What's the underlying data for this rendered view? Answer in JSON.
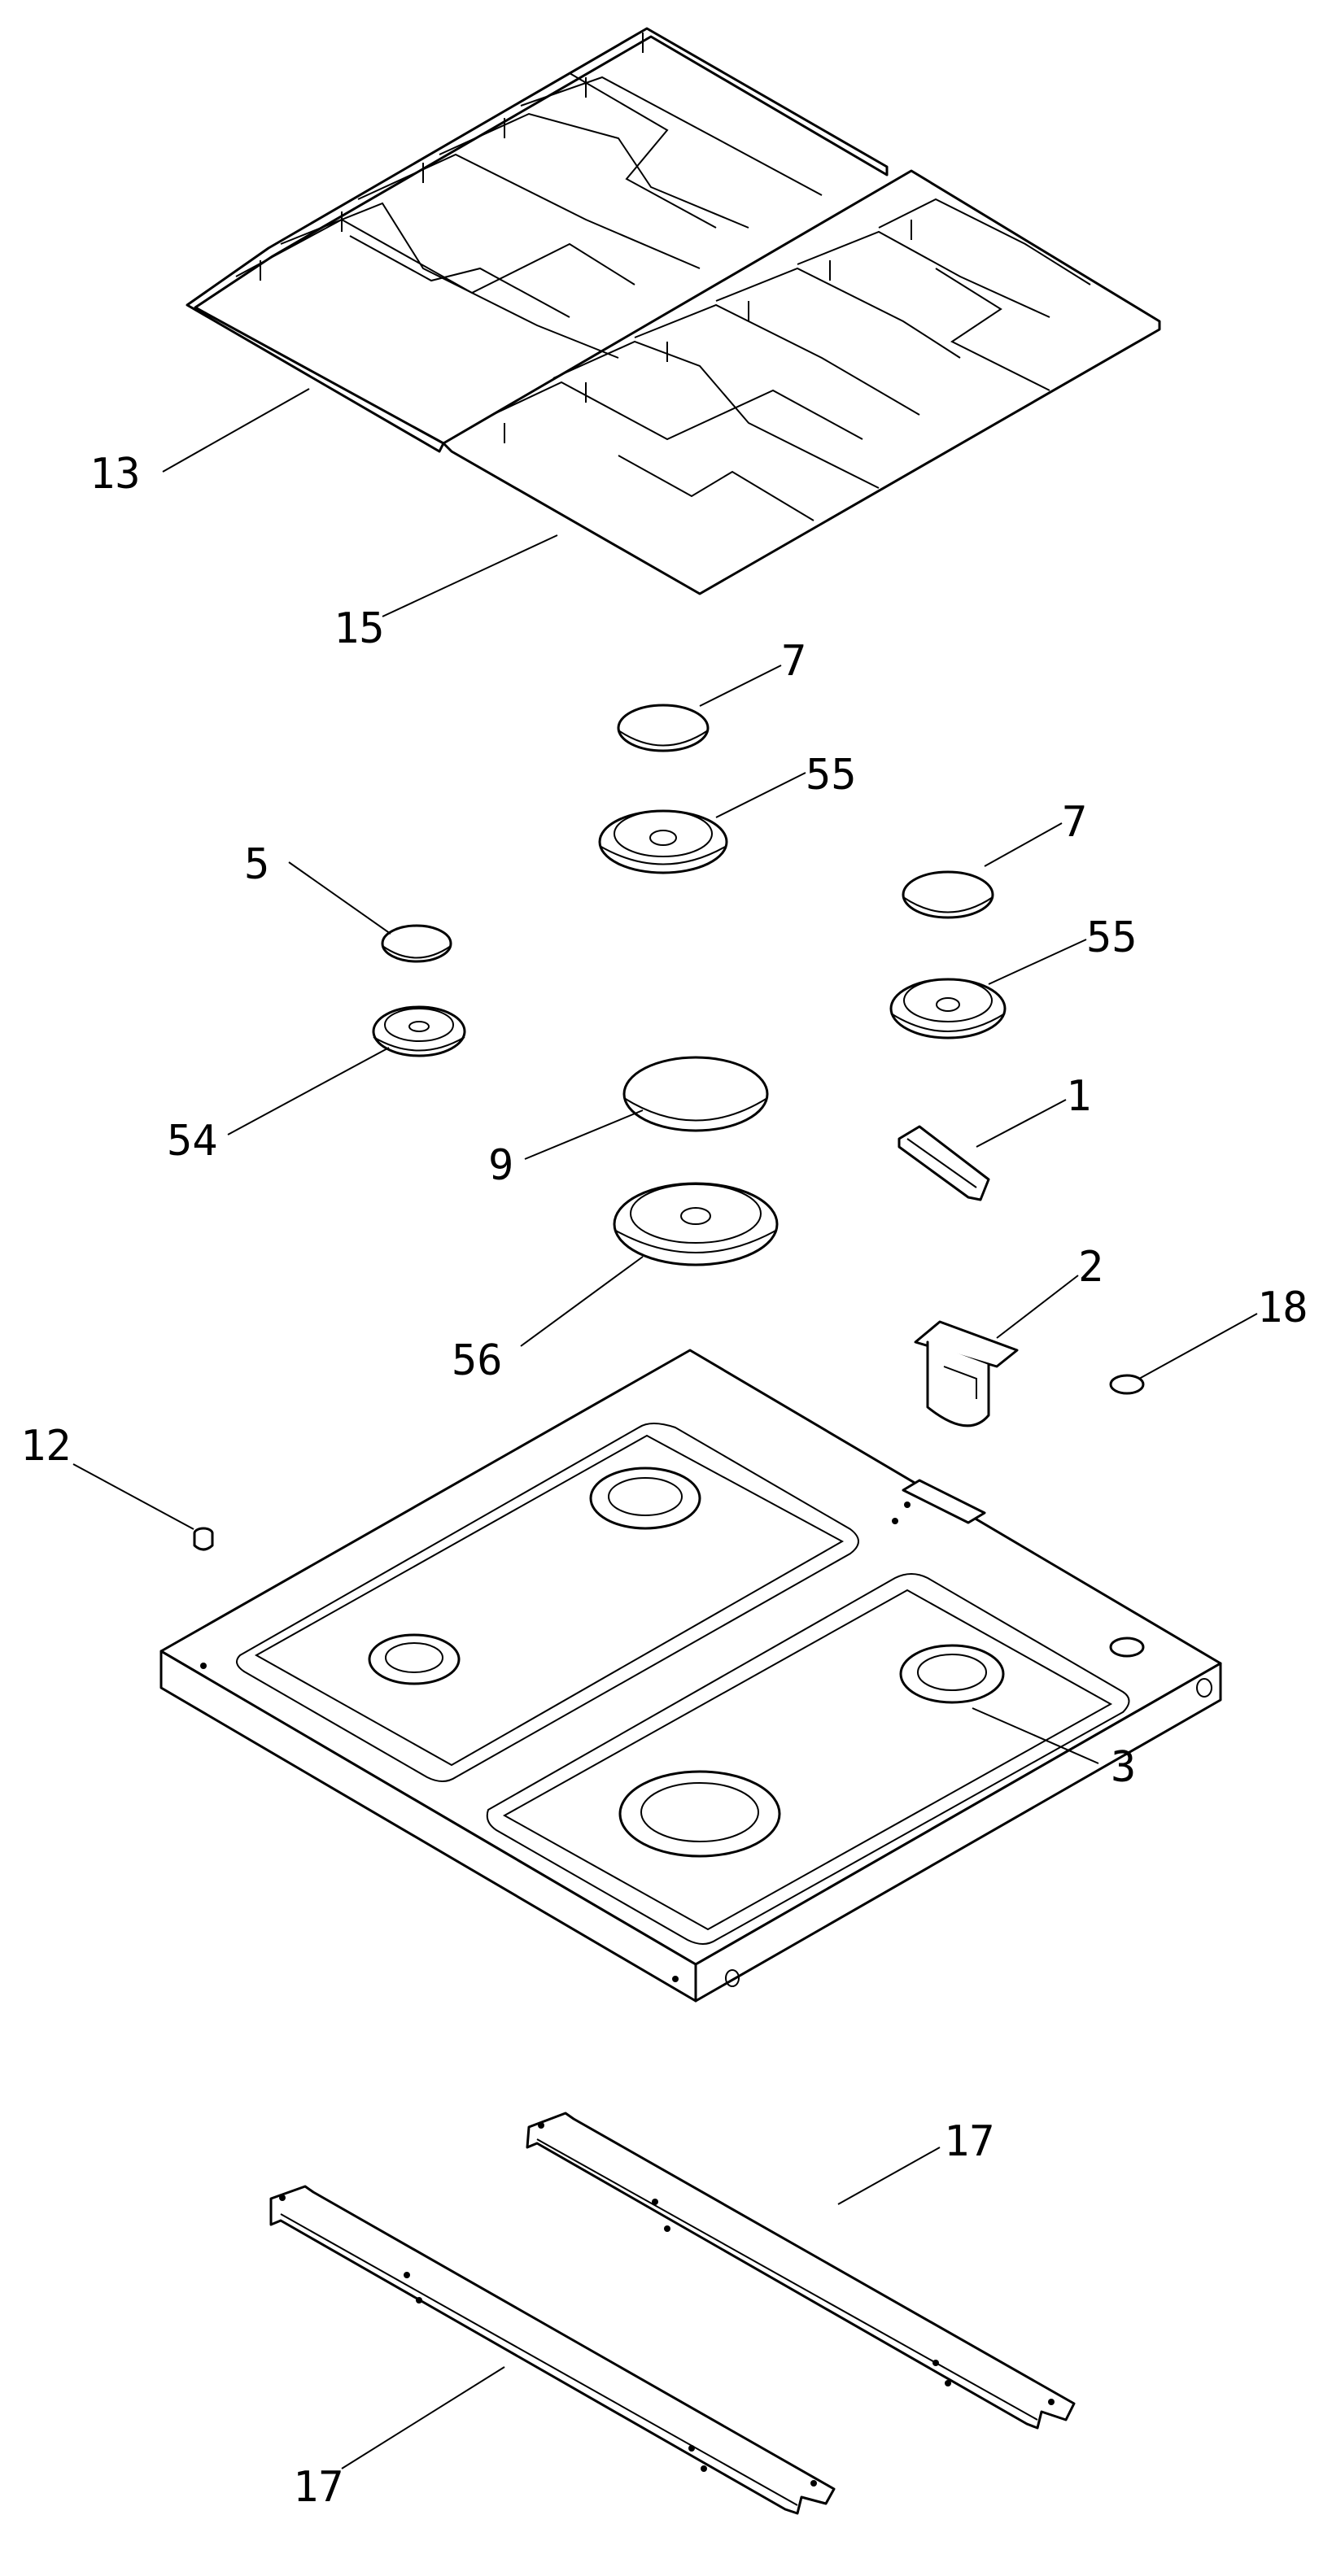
{
  "callouts": {
    "c13": "13",
    "c15": "15",
    "c7a": "7",
    "c55a": "55",
    "c5": "5",
    "c7b": "7",
    "c55b": "55",
    "c54": "54",
    "c9": "9",
    "c1": "1",
    "c2": "2",
    "c18": "18",
    "c56": "56",
    "c12": "12",
    "c3": "3",
    "c17a": "17",
    "c17b": "17"
  },
  "colors": {
    "ink": "#000000",
    "paper": "#ffffff"
  }
}
